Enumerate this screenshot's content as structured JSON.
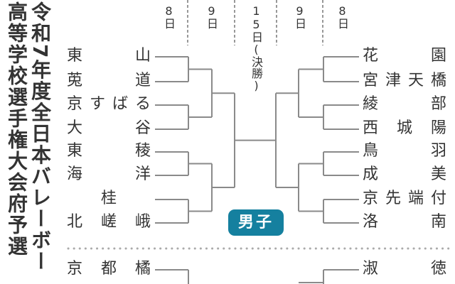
{
  "title": {
    "line1": "令和7年度全日本バレーボー",
    "line2": "高等学校選手権大会府予選"
  },
  "rounds": [
    "8日",
    "9日",
    "15日(決勝)",
    "9日",
    "8日"
  ],
  "badge": {
    "label": "男子",
    "color": "#15809f"
  },
  "boys": {
    "left": [
      "東山",
      "莵道",
      "京すばる",
      "大谷",
      "東稜",
      "海洋",
      "桂",
      "北嵯峨"
    ],
    "right": [
      "花園",
      "宮津天橋",
      "綾部",
      "西城陽",
      "鳥羽",
      "成美",
      "京先端付",
      "洛南"
    ]
  },
  "girls": {
    "left": [
      "京都橘"
    ],
    "right": [
      "淑徳"
    ]
  },
  "colors": {
    "line": "#8a8a8a",
    "text": "#333333"
  }
}
